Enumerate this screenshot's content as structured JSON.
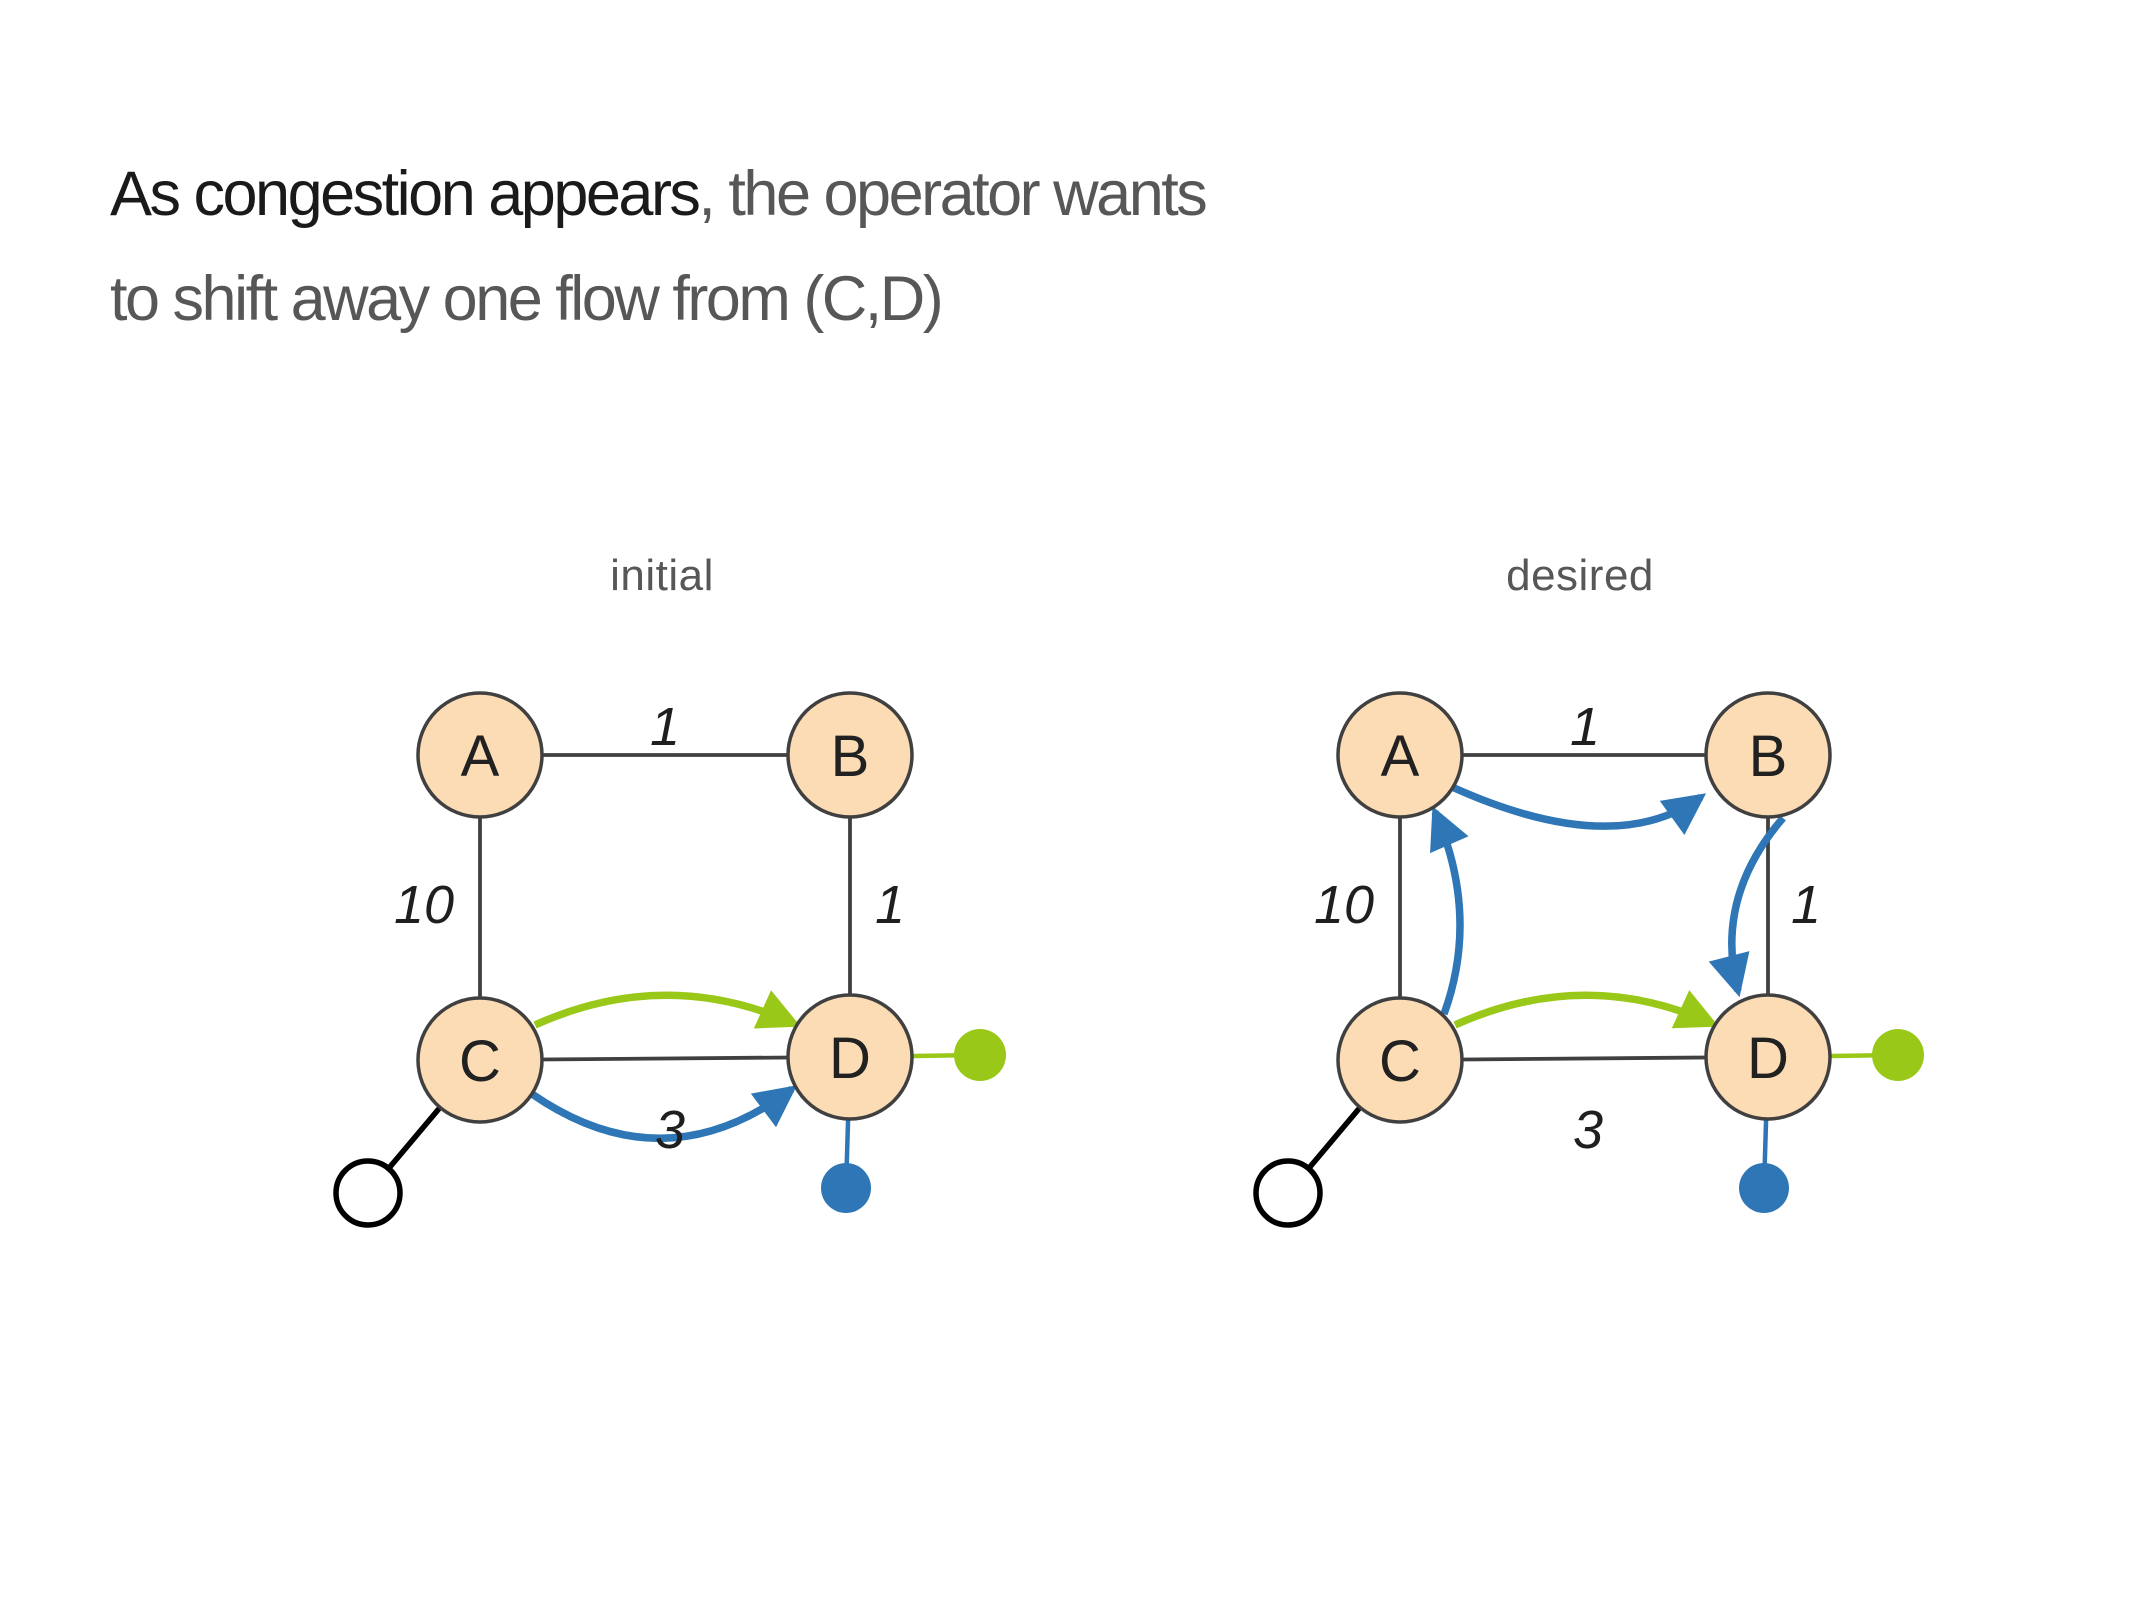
{
  "slide": {
    "title_line1_emphasis": "As congestion appears",
    "title_line1_rest": ", the operator wants",
    "title_line2": "to shift away one flow from (C,D)"
  },
  "colors": {
    "emphasis_text": "#1a1a1a",
    "secondary_text": "#575757",
    "node_fill": "#fbdcb4",
    "outline": "#404040",
    "flow_green": "#99c819",
    "flow_blue": "#2e76b5"
  },
  "diagrams": [
    {
      "label": "initial",
      "nodes": [
        {
          "id": "A",
          "label": "A"
        },
        {
          "id": "B",
          "label": "B"
        },
        {
          "id": "C",
          "label": "C"
        },
        {
          "id": "D",
          "label": "D"
        }
      ],
      "edges": [
        {
          "from": "A",
          "to": "B",
          "weight": "1"
        },
        {
          "from": "A",
          "to": "C",
          "weight": "10"
        },
        {
          "from": "B",
          "to": "D",
          "weight": "1"
        },
        {
          "from": "C",
          "to": "D",
          "weight": "3"
        }
      ],
      "flows": [
        {
          "id": "green-flow",
          "color": "green",
          "route": "C → D"
        },
        {
          "id": "blue-flow",
          "color": "blue",
          "route": "C → D"
        }
      ],
      "endpoints": [
        {
          "id": "host",
          "type": "open-circle",
          "attached_to": "C"
        },
        {
          "id": "green-endpoint",
          "type": "green-dot",
          "attached_to": "D"
        },
        {
          "id": "blue-endpoint",
          "type": "blue-dot",
          "attached_to": "D"
        }
      ]
    },
    {
      "label": "desired",
      "nodes": [
        {
          "id": "A",
          "label": "A"
        },
        {
          "id": "B",
          "label": "B"
        },
        {
          "id": "C",
          "label": "C"
        },
        {
          "id": "D",
          "label": "D"
        }
      ],
      "edges": [
        {
          "from": "A",
          "to": "B",
          "weight": "1"
        },
        {
          "from": "A",
          "to": "C",
          "weight": "10"
        },
        {
          "from": "B",
          "to": "D",
          "weight": "1"
        },
        {
          "from": "C",
          "to": "D",
          "weight": "3"
        }
      ],
      "flows": [
        {
          "id": "green-flow",
          "color": "green",
          "route": "C → D"
        },
        {
          "id": "blue-flow",
          "color": "blue",
          "route": "C → A → B → D"
        }
      ],
      "endpoints": [
        {
          "id": "host",
          "type": "open-circle",
          "attached_to": "C"
        },
        {
          "id": "green-endpoint",
          "type": "green-dot",
          "attached_to": "D"
        },
        {
          "id": "blue-endpoint",
          "type": "blue-dot",
          "attached_to": "D"
        }
      ]
    }
  ]
}
